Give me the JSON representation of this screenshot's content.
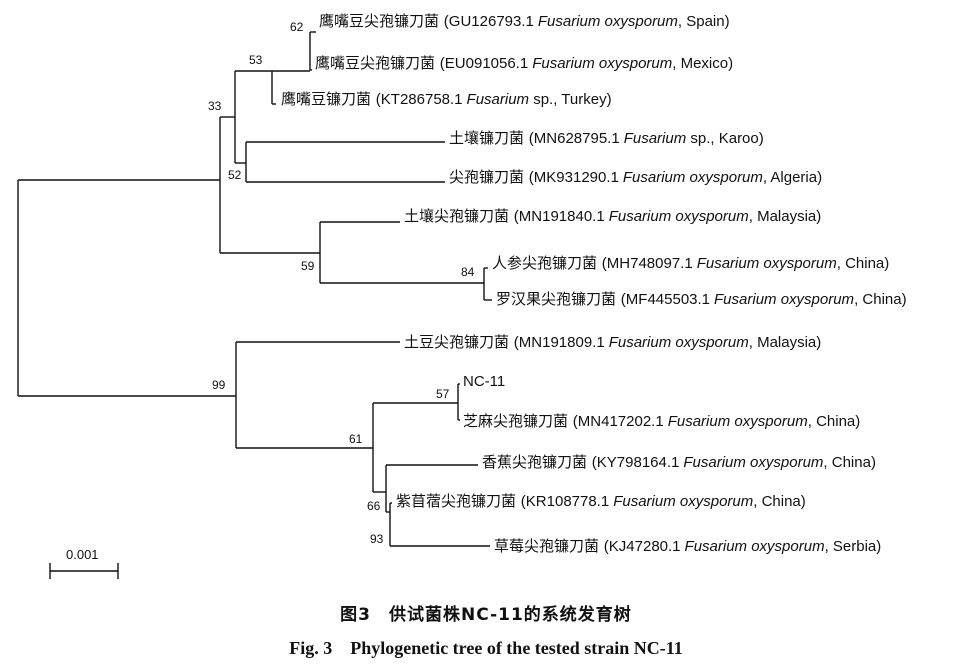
{
  "scale_bar": {
    "label": "0.001"
  },
  "leaves": [
    {
      "id": "l1",
      "host": "鹰嘴豆尖孢镰刀菌",
      "acc": "(GU126793.1",
      "species": "Fusarium oxysporum",
      "origin": ", Spain)"
    },
    {
      "id": "l2",
      "host": "鹰嘴豆尖孢镰刀菌",
      "acc": "(EU091056.1",
      "species": "Fusarium oxysporum",
      "origin": ", Mexico)"
    },
    {
      "id": "l3",
      "host": "鹰嘴豆镰刀菌",
      "acc": "(KT286758.1",
      "species": "Fusarium",
      "origin": " sp., Turkey)"
    },
    {
      "id": "l4",
      "host": "土壤镰刀菌",
      "acc": "(MN628795.1",
      "species": "Fusarium",
      "origin": " sp., Karoo)"
    },
    {
      "id": "l5",
      "host": "尖孢镰刀菌",
      "acc": "(MK931290.1",
      "species": "Fusarium oxysporum",
      "origin": ", Algeria)"
    },
    {
      "id": "l6",
      "host": "土壤尖孢镰刀菌",
      "acc": "(MN191840.1",
      "species": "Fusarium oxysporum",
      "origin": ", Malaysia)"
    },
    {
      "id": "l7",
      "host": "人参尖孢镰刀菌",
      "acc": "(MH748097.1",
      "species": "Fusarium oxysporum",
      "origin": ", China)"
    },
    {
      "id": "l8",
      "host": "罗汉果尖孢镰刀菌",
      "acc": "(MF445503.1",
      "species": "Fusarium oxysporum",
      "origin": ", China)"
    },
    {
      "id": "l9",
      "host": "土豆尖孢镰刀菌",
      "acc": "(MN191809.1",
      "species": "Fusarium oxysporum",
      "origin": ", Malaysia)"
    },
    {
      "id": "l10",
      "host": "NC-11",
      "acc": "",
      "species": "",
      "origin": ""
    },
    {
      "id": "l11",
      "host": "芝麻尖孢镰刀菌",
      "acc": "(MN417202.1",
      "species": "Fusarium oxysporum",
      "origin": ", China)"
    },
    {
      "id": "l12",
      "host": "香蕉尖孢镰刀菌",
      "acc": "(KY798164.1",
      "species": "Fusarium oxysporum",
      "origin": ", China)"
    },
    {
      "id": "l13",
      "host": "紫苜蓿尖孢镰刀菌",
      "acc": "(KR108778.1",
      "species": "Fusarium oxysporum",
      "origin": ", China)"
    },
    {
      "id": "l14",
      "host": "草莓尖孢镰刀菌",
      "acc": "(KJ47280.1",
      "species": "Fusarium oxysporum",
      "origin": ", Serbia)"
    }
  ],
  "bootstrap": [
    "62",
    "53",
    "33",
    "52",
    "59",
    "84",
    "99",
    "57",
    "61",
    "66",
    "93"
  ],
  "caption": {
    "cn": "图3　供试菌株NC-11的系统发育树",
    "en": "Fig. 3　Phylogenetic tree of the tested strain NC-11"
  }
}
